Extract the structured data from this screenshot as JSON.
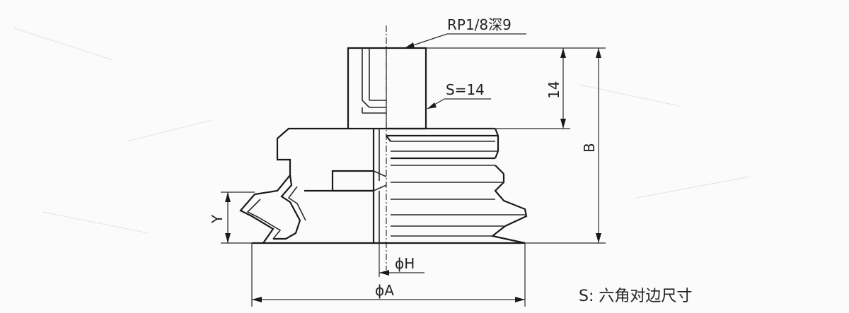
{
  "drawing": {
    "labels": {
      "thread": "RP1/8深9",
      "hex_size": "S=14",
      "dim_14": "14",
      "dim_b": "B",
      "dim_y": "Y",
      "dim_h": "ϕH",
      "dim_a": "ϕA",
      "note": "S: 六角对边尺寸"
    }
  }
}
